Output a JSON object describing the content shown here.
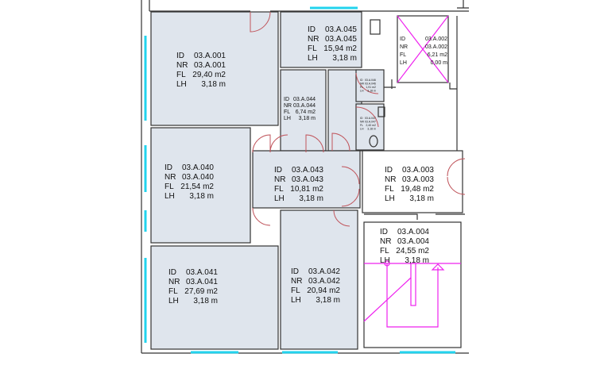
{
  "floorplan": {
    "field_labels": {
      "id": "ID",
      "nr": "NR",
      "fl": "FL",
      "lh": "LH"
    },
    "rooms": [
      {
        "key": "r001",
        "id": "03.A.001",
        "nr": "03.A.001",
        "fl": "29,40 m2",
        "lh": "3,18 m"
      },
      {
        "key": "r045",
        "id": "03.A.045",
        "nr": "03.A.045",
        "fl": "15,94 m2",
        "lh": "3,18 m"
      },
      {
        "key": "r002",
        "id": "03.A.002",
        "nr": "03.A.002",
        "fl": "6,21 m2",
        "lh": "0,00 m"
      },
      {
        "key": "r044",
        "id": "03.A.044",
        "nr": "03.A.044",
        "fl": "6,74 m2",
        "lh": "3,18 m"
      },
      {
        "key": "r046",
        "id": "03.A.046",
        "nr": "03.A.046",
        "fl": "1,91 m2",
        "lh": "3,18 m"
      },
      {
        "key": "r047",
        "id": "03.A.047",
        "nr": "03.A.047",
        "fl": "2,40 m2",
        "lh": "3,18 m"
      },
      {
        "key": "r040",
        "id": "03.A.040",
        "nr": "03.A.040",
        "fl": "21,54 m2",
        "lh": "3,18 m"
      },
      {
        "key": "r043",
        "id": "03.A.043",
        "nr": "03.A.043",
        "fl": "10,81 m2",
        "lh": "3,18 m"
      },
      {
        "key": "r003",
        "id": "03.A.003",
        "nr": "03.A.003",
        "fl": "19,48 m2",
        "lh": "3,18 m"
      },
      {
        "key": "r004",
        "id": "03.A.004",
        "nr": "03.A.004",
        "fl": "24,55 m2",
        "lh": "3,18 m"
      },
      {
        "key": "r041",
        "id": "03.A.041",
        "nr": "03.A.041",
        "fl": "27,69 m2",
        "lh": "3,18 m"
      },
      {
        "key": "r042",
        "id": "03.A.042",
        "nr": "03.A.042",
        "fl": "20,94 m2",
        "lh": "3,18 m"
      }
    ],
    "colors": {
      "room_fill": "#dfe5ed",
      "window": "#22d3ee",
      "door": "#c0555c",
      "stair": "#ee22ee"
    }
  }
}
